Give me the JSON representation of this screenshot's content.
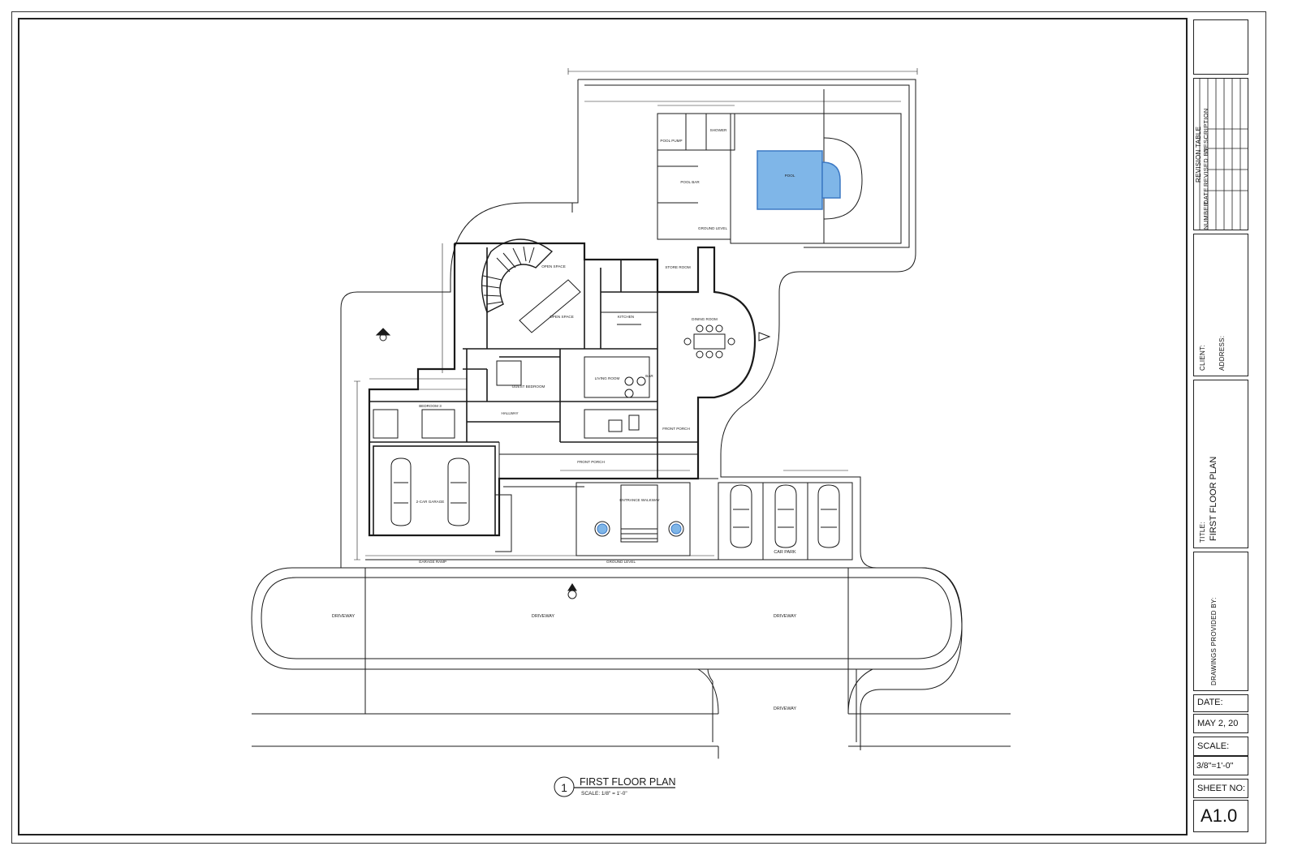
{
  "plan": {
    "title": "FIRST FLOOR PLAN",
    "scale_note": "SCALE: 1/8\" = 1'-0\"",
    "callout_number": "1",
    "rooms": {
      "pool_pump": "POOL PUMP",
      "shower": "SHOWER",
      "pool_bar": "POOL BAR",
      "pool": "POOL",
      "ground_level": "GROUND LEVEL",
      "open_space_upper": "OPEN SPACE",
      "open_space_lower": "OPEN SPACE",
      "store_room": "STORE ROOM",
      "kitchen": "KITCHEN",
      "dining_room": "DINING ROOM",
      "living_room": "LIVING ROOM",
      "guest_bedroom": "GUEST BEDROOM",
      "bedroom": "BEDROOM 3",
      "hallway": "HALLWAY",
      "front_porch_side": "FRONT PORCH",
      "front_porch_main": "FRONT PORCH",
      "bar": "BAR",
      "garage": "2-CAR GARAGE",
      "entrance_walkway": "ENTRANCE WALKWAY",
      "garage_ramp": "GARAGE RAMP",
      "ground_level_front": "GROUND LEVEL",
      "car_park": "CAR PARK",
      "driveway_1": "DRIVEWAY",
      "driveway_2": "DRIVEWAY",
      "driveway_3": "DRIVEWAY",
      "driveway_4": "DRIVEWAY"
    }
  },
  "title_block": {
    "revision_table_label": "REVISION TABLE",
    "revision_columns": [
      "NUMBER",
      "DATE",
      "REVISED BY",
      "DESCRIPTION"
    ],
    "client_label": "CLIENT:",
    "address_label": "ADDRESS:",
    "title_label": "TITLE:",
    "title_value": "FIRST FLOOR PLAN",
    "drawings_label": "DRAWINGS PROVIDED BY:",
    "date_label": "DATE:",
    "date_value": "MAY 2, 20",
    "scale_label": "SCALE:",
    "scale_value": "3/8\"=1'-0\"",
    "sheet_label": "SHEET NO:",
    "sheet_value": "A1.0"
  },
  "colors": {
    "line": "#1a1a1a",
    "pool_fill": "#7fb6e8",
    "pool_edge": "#3b78c4"
  }
}
